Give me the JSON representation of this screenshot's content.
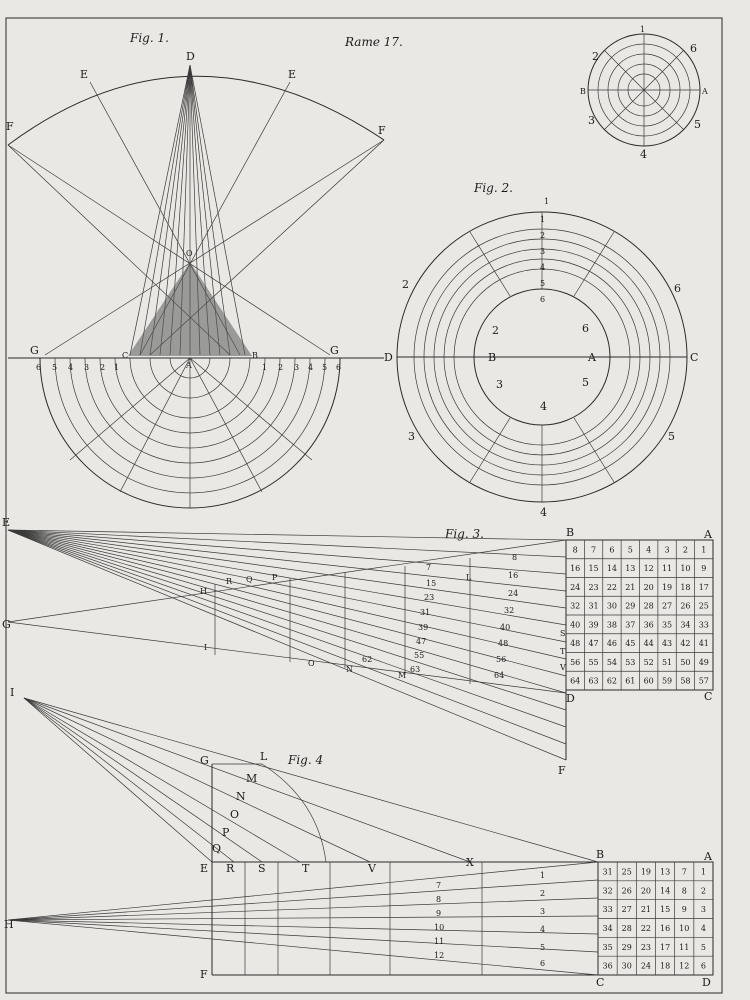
{
  "plate": {
    "rame_label": "Rame 17.",
    "paper": "#e9e8e4",
    "ink": "#2a2a2a"
  },
  "fig1": {
    "title": "Fig. 1.",
    "labels": {
      "D": "D",
      "E": "E",
      "F": "F",
      "O": "O",
      "G": "G",
      "C": "C",
      "B": "B",
      "A": "A"
    },
    "scale_left": [
      "6",
      "5",
      "4",
      "3",
      "2",
      "1"
    ],
    "scale_right": [
      "1",
      "2",
      "3",
      "4",
      "5",
      "6"
    ],
    "inner_scale": [
      "6",
      "5",
      "4",
      "3",
      "2",
      "1",
      "1",
      "2",
      "3",
      "4",
      "5",
      "6"
    ]
  },
  "fig_small": {
    "labels": {
      "B": "B",
      "A": "A"
    },
    "numbers": [
      "1",
      "2",
      "3",
      "4",
      "5",
      "6"
    ]
  },
  "fig2": {
    "title": "Fig. 2.",
    "labels": {
      "D": "D",
      "C": "C",
      "B": "B",
      "A": "A"
    },
    "outer_numbers": [
      "1",
      "2",
      "3",
      "4",
      "5",
      "6"
    ],
    "inner_numbers": [
      "2",
      "3",
      "4",
      "5",
      "6"
    ],
    "ring_numbers": [
      "1",
      "2",
      "3",
      "4",
      "5",
      "6"
    ]
  },
  "fig3": {
    "title": "Fig. 3.",
    "labels": {
      "E": "E",
      "G": "G",
      "H": "H",
      "I": "I",
      "B": "B",
      "A": "A",
      "D": "D",
      "C": "C",
      "F": "F",
      "R": "R",
      "Q": "Q",
      "P": "P",
      "O": "O",
      "N": "N",
      "M": "M",
      "L": "L",
      "S": "S",
      "T": "T",
      "V": "V"
    },
    "grid": [
      [
        "8",
        "7",
        "6",
        "5",
        "4",
        "3",
        "2",
        "1"
      ],
      [
        "16",
        "15",
        "14",
        "13",
        "12",
        "11",
        "10",
        "9"
      ],
      [
        "24",
        "23",
        "22",
        "21",
        "20",
        "19",
        "18",
        "17"
      ],
      [
        "32",
        "31",
        "30",
        "29",
        "28",
        "27",
        "26",
        "25"
      ],
      [
        "40",
        "39",
        "38",
        "37",
        "36",
        "35",
        "34",
        "33"
      ],
      [
        "48",
        "47",
        "46",
        "45",
        "44",
        "43",
        "42",
        "41"
      ],
      [
        "56",
        "55",
        "54",
        "53",
        "52",
        "51",
        "50",
        "49"
      ],
      [
        "64",
        "63",
        "62",
        "61",
        "60",
        "59",
        "58",
        "57"
      ]
    ],
    "fan_numbers": [
      "8",
      "7",
      "16",
      "15",
      "24",
      "23",
      "32",
      "31",
      "40",
      "39",
      "48",
      "47",
      "56",
      "55",
      "64",
      "63",
      "62"
    ]
  },
  "fig4": {
    "title": "Fig. 4",
    "labels": {
      "I": "I",
      "G": "G",
      "L": "L",
      "M": "M",
      "N": "N",
      "O": "O",
      "P": "P",
      "Q": "Q",
      "E": "E",
      "R": "R",
      "S": "S",
      "T": "T",
      "V": "V",
      "X": "X",
      "B": "B",
      "A": "A",
      "H": "H",
      "F": "F",
      "C": "C",
      "D": "D"
    },
    "grid": [
      [
        "31",
        "25",
        "19",
        "13",
        "7",
        "1"
      ],
      [
        "32",
        "26",
        "20",
        "14",
        "8",
        "2"
      ],
      [
        "33",
        "27",
        "21",
        "15",
        "9",
        "3"
      ],
      [
        "34",
        "28",
        "22",
        "16",
        "10",
        "4"
      ],
      [
        "35",
        "29",
        "23",
        "17",
        "11",
        "5"
      ],
      [
        "36",
        "30",
        "24",
        "18",
        "12",
        "6"
      ]
    ],
    "row_numbers": [
      "1",
      "2",
      "3",
      "4",
      "5",
      "6"
    ],
    "col_numbers": [
      "7",
      "8",
      "9",
      "10",
      "11",
      "12"
    ]
  }
}
